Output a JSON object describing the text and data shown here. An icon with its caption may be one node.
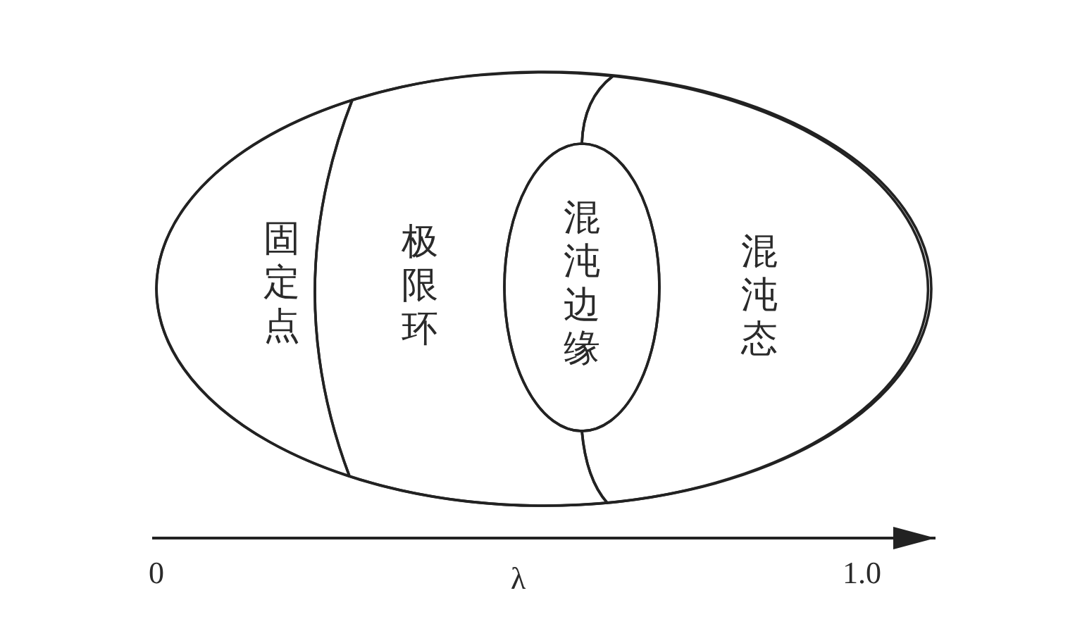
{
  "diagram": {
    "nodes": [
      {
        "text": [],
        "shape": "ellipse"
      },
      {
        "text": [
          "固定点"
        ],
        "in": 0
      },
      {
        "text": [
          "极限环"
        ],
        "in": 0
      },
      {
        "text": [
          "混沌边缘"
        ],
        "in": 0
      },
      {
        "text": [
          "混沌态"
        ],
        "in": 0
      }
    ],
    "labels": [
      "0",
      "λ",
      "1.0"
    ]
  }
}
